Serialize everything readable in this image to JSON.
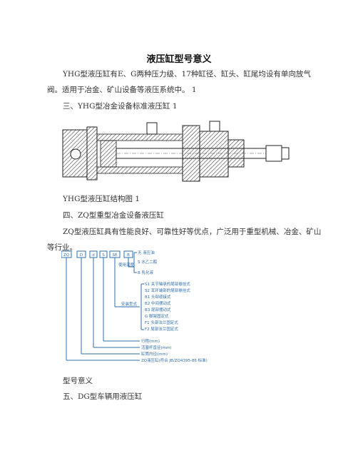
{
  "title": "液压缸型号意义",
  "paragraphs": {
    "p1_line1": "YHG型液压缸有E、G两种压力级、17种缸径、缸头、缸尾均设有单向放气",
    "p1_line2": "阀。适用于冶金、矿山设备等液压系统中。  1",
    "sec3": "三、YHG型冶金设备标准液压缸 1",
    "cap1": "YHG型液压缸结构图 1",
    "sec4": "四、ZQ型重型冶金设备液压缸",
    "p2_line1": "ZQ型液压缸具有性能良好、可靠性好等优点，广泛用于重型机械、冶金、矿山",
    "p2_line2": "等行业。",
    "cap2": "型号意义",
    "sec5": "五、DG型车辆用液压缸"
  },
  "model_code": {
    "boxes": [
      "ZQ",
      "D",
      "d",
      "S",
      "SE",
      "B"
    ],
    "medium_title": "使用温度",
    "medium_items": [
      "无  液压油",
      "S  水乙二醇",
      "B  乳化液"
    ],
    "mount_title": "安装型式",
    "mount_items": [
      "S1  关节轴承的尾部悬挂式",
      "S2  耳环端部的尾部悬挂式",
      "B1  头部缆接式",
      "B2  中间摆动式",
      "B3  尾部摆动式",
      "G  脚架固定式",
      "F1  头部法兰固定式",
      "F2  尾部法兰固定式"
    ],
    "bottom_items": [
      "行程(mm)",
      "活塞杆直径(mm)",
      "缸筒内径(mm)",
      "ZQ液压缸(符合 JB/ZQ4395-86 标准)"
    ]
  },
  "colors": {
    "line": "#2f6fb0",
    "hatch": "#444444"
  }
}
